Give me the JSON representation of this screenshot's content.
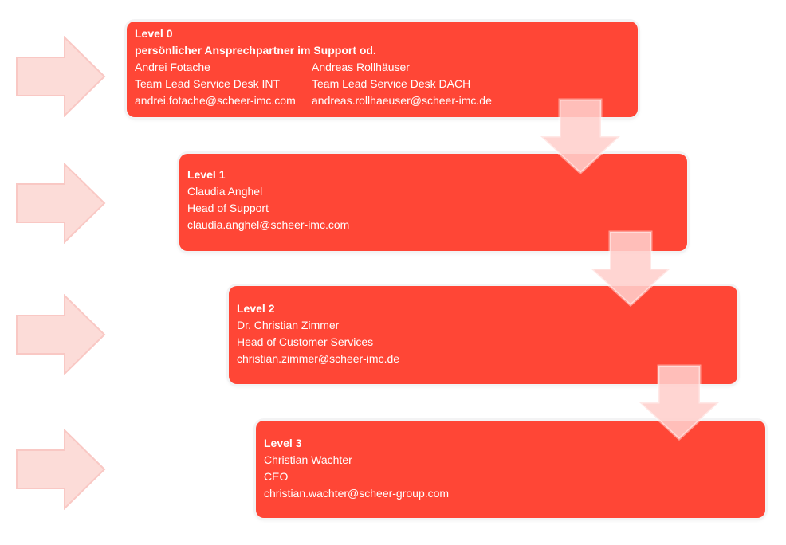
{
  "colors": {
    "box_red": "#ff4636",
    "text": "#ffffff",
    "side_arrow_fill": "#fcdcd8",
    "side_arrow_stroke": "#f9c8c4",
    "down_arrow_fill": "rgba(255,207,204,0.88)",
    "down_arrow_stroke": "rgba(255,255,255,0.45)"
  },
  "levels": [
    {
      "title": "Level 0",
      "subtitle": "persönlicher Ansprechpartner im Support od.",
      "contacts": [
        {
          "name": "Andrei Fotache",
          "role": "Team Lead Service Desk INT",
          "email": "andrei.fotache@scheer-imc.com"
        },
        {
          "name": "Andreas Rollhäuser",
          "role": "Team Lead Service Desk DACH",
          "email": "andreas.rollhaeuser@scheer-imc.de"
        }
      ]
    },
    {
      "title": "Level 1",
      "contacts": [
        {
          "name": "Claudia Anghel",
          "role": "Head of Support",
          "email": "claudia.anghel@scheer-imc.com"
        }
      ]
    },
    {
      "title": "Level 2",
      "contacts": [
        {
          "name": "Dr. Christian Zimmer",
          "role": "Head of Customer Services",
          "email": "christian.zimmer@scheer-imc.de"
        }
      ]
    },
    {
      "title": "Level 3",
      "contacts": [
        {
          "name": "Christian Wachter",
          "role": "CEO",
          "email": "christian.wachter@scheer-group.com"
        }
      ]
    }
  ]
}
